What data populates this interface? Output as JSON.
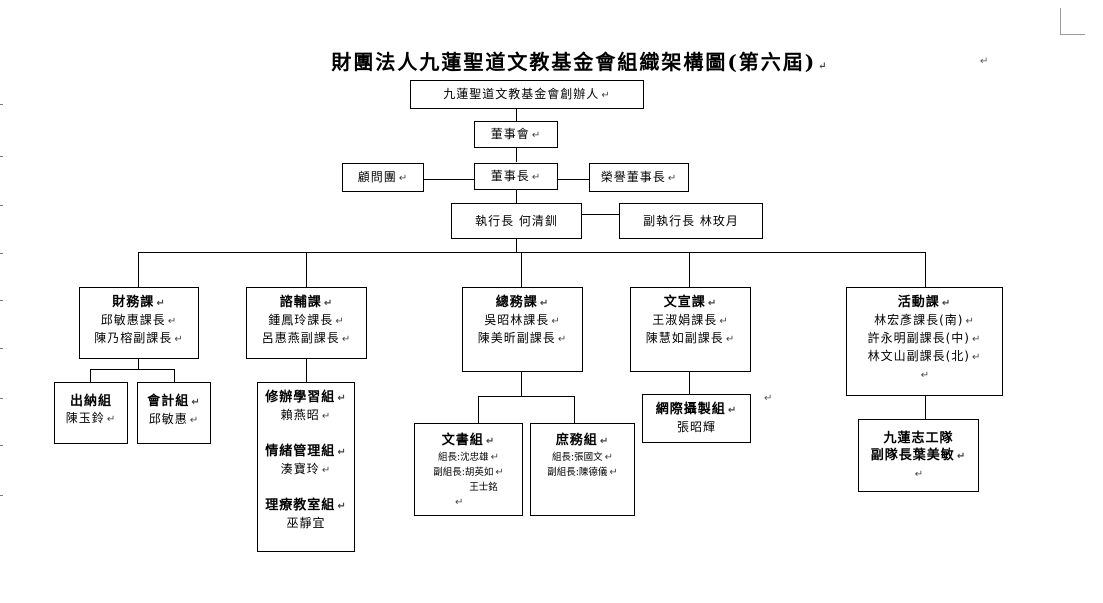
{
  "title": "財團法人九蓮聖道文教基金會組織架構圖(第六屆)",
  "founder": "九蓮聖道文教基金會創辦人",
  "board": "董事會",
  "chairman": "董事長",
  "advisors": "顧問團",
  "honorary_chairman": "榮譽董事長",
  "ceo": "執行長 何清釧",
  "deputy_ceo": "副執行長 林玫月",
  "divisions": {
    "finance": {
      "name": "財務課",
      "lines": [
        "邱敏惠課長",
        "陳乃榕副課長"
      ]
    },
    "counseling": {
      "name": "諮輔課",
      "lines": [
        "鍾鳳玲課長",
        "呂惠燕副課長"
      ]
    },
    "general": {
      "name": "總務課",
      "lines": [
        "吳昭林課長",
        "陳美昕副課長"
      ]
    },
    "publicity": {
      "name": "文宣課",
      "lines": [
        "王淑娟課長",
        "陳慧如副課長"
      ]
    },
    "activity": {
      "name": "活動課",
      "lines": [
        "林宏彥課長(南)",
        "許永明副課長(中)",
        "林文山副課長(北)"
      ]
    }
  },
  "teams": {
    "cashier": {
      "name": "出納組",
      "lines": [
        "陳玉鈴"
      ]
    },
    "accounting": {
      "name": "會計組",
      "lines": [
        "邱敏惠"
      ]
    },
    "study": {
      "name": "修辦學習組",
      "lines": [
        "賴燕昭"
      ]
    },
    "emotion": {
      "name": "情緒管理組",
      "lines": [
        "湊寶玲"
      ]
    },
    "therapy": {
      "name": "理療教室組",
      "lines": [
        "巫靜宜"
      ]
    },
    "secretarial": {
      "name": "文書組",
      "lines": [
        "組長:沈忠雄",
        "副組長:胡英如",
        "王士銘"
      ]
    },
    "affairs": {
      "name": "庶務組",
      "lines": [
        "組長:張國文",
        "副組長:陳德儀"
      ]
    },
    "web": {
      "name": "網際攝製組",
      "lines": [
        "張昭輝"
      ]
    },
    "volunteer": {
      "name": "九蓮志工隊",
      "lines": [
        "副隊長葉美敏"
      ]
    }
  },
  "paragraph_mark": "↵"
}
